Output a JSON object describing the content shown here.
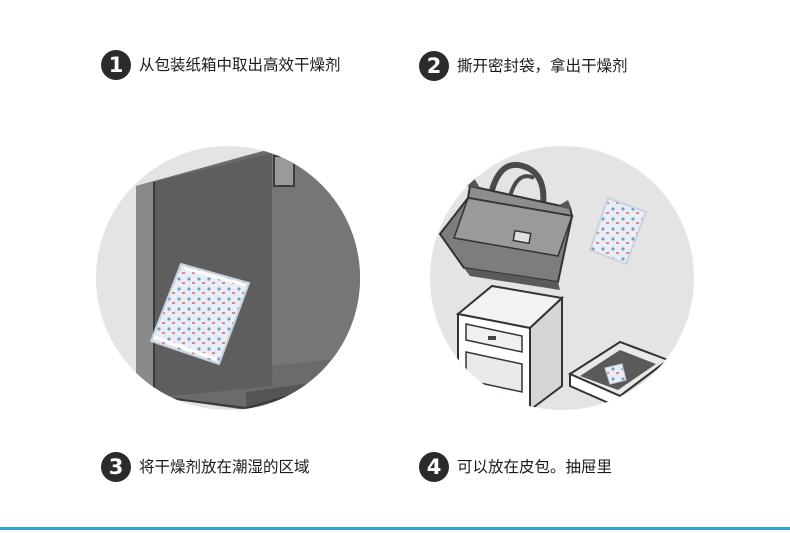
{
  "steps": [
    {
      "number": "1",
      "text": "从包装纸箱中取出高效干燥剂"
    },
    {
      "number": "2",
      "text": "撕开密封袋，拿出干燥剂"
    },
    {
      "number": "3",
      "text": "将干燥剂放在潮湿的区域"
    },
    {
      "number": "4",
      "text": "可以放在皮包。抽屉里"
    }
  ],
  "colors": {
    "badge": "#2b2b2b",
    "circle_bg": "#e2e2e2",
    "cabinet": "#666666",
    "accent_line": "#2fa5d6"
  }
}
